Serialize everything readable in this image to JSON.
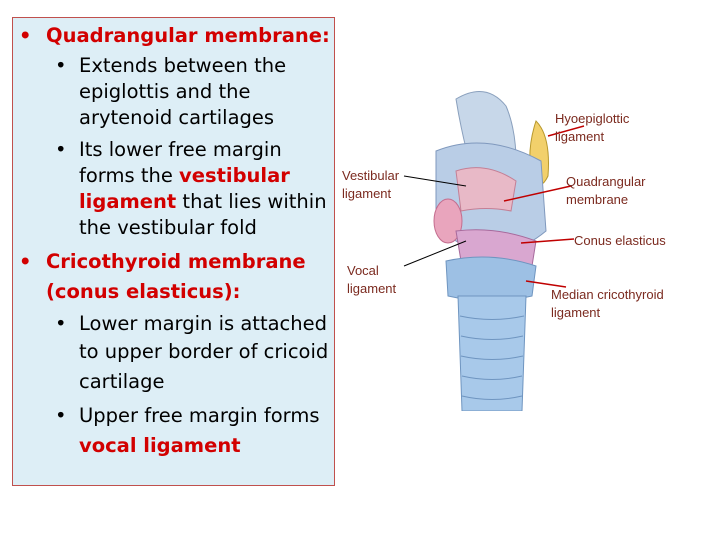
{
  "text": {
    "b1_head": "Quadrangular membrane:",
    "b1_s1_l1": "Extends between the",
    "b1_s1_l2": "epiglottis and the",
    "b1_s1_l3": "arytenoid cartilages",
    "b1_s2_l1": "Its lower free margin",
    "b1_s2_l2a": "forms the ",
    "b1_s2_l2b": "vestibular",
    "b1_s2_l3a": "ligament",
    "b1_s2_l3b": " that lies within",
    "b1_s2_l4": "the vestibular fold",
    "b2_head_l1": "Cricothyroid membrane",
    "b2_head_l2": "(conus elasticus):",
    "b2_s1_l1": "Lower margin is attached",
    "b2_s1_l2": "to upper border of cricoid",
    "b2_s1_l3": "cartilage",
    "b2_s2_l1": "Upper free margin forms",
    "b2_s2_l2": "vocal ligament",
    "bullet": "•"
  },
  "figure": {
    "labels": {
      "hyoepiglottic_l1": "Hyoepiglottic",
      "hyoepiglottic_l2": "ligament",
      "vestibular_l1": "Vestibular",
      "vestibular_l2": "ligament",
      "quadrangular_l1": "Quadrangular",
      "quadrangular_l2": "membrane",
      "conus": "Conus elasticus",
      "vocal_l1": "Vocal",
      "vocal_l2": "ligament",
      "median_l1": "Median cricothyroid",
      "median_l2": "ligament"
    }
  }
}
